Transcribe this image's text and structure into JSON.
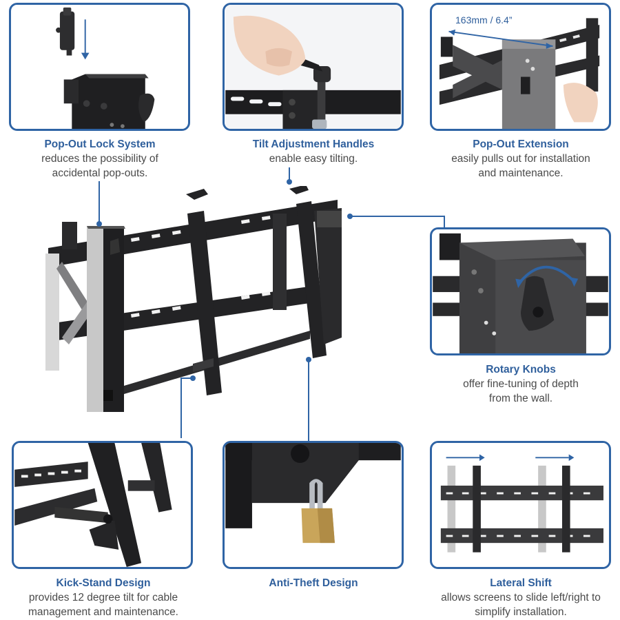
{
  "colors": {
    "accent": "#2f64a5",
    "title_text": "#2f5f9c",
    "body_text": "#4a4a4a",
    "metal_dark": "#2b2b2d",
    "metal_light": "#c9c9c9",
    "padlock": "#c9a55a"
  },
  "features": [
    {
      "title": "Pop-Out Lock System",
      "description": "reduces the possibility of\naccidental pop-outs.",
      "image": "pop-out-lock-closeup"
    },
    {
      "title": "Tilt Adjustment Handles",
      "description": "enable easy tilting.",
      "image": "hand-turning-tilt-handle"
    },
    {
      "title": "Pop-Out Extension",
      "description": "easily pulls out for installation\nand maintenance.",
      "image": "pop-out-extension-with-measurement",
      "measurement": "163mm / 6.4”"
    },
    {
      "title": "Rotary Knobs",
      "description": "offer fine-tuning of depth\nfrom the wall.",
      "image": "rotary-knob-closeup"
    },
    {
      "title": "Kick-Stand Design",
      "description": "provides 12 degree tilt for cable\nmanagement and maintenance.",
      "image": "kick-stand-closeup"
    },
    {
      "title": "Anti-Theft Design",
      "description": "",
      "image": "padlock-on-bracket"
    },
    {
      "title": "Lateral Shift",
      "description": "allows screens to slide left/right to\nsimplify installation.",
      "image": "lateral-shift-diagram"
    }
  ],
  "hero": {
    "image": "video-wall-pop-out-mount"
  }
}
